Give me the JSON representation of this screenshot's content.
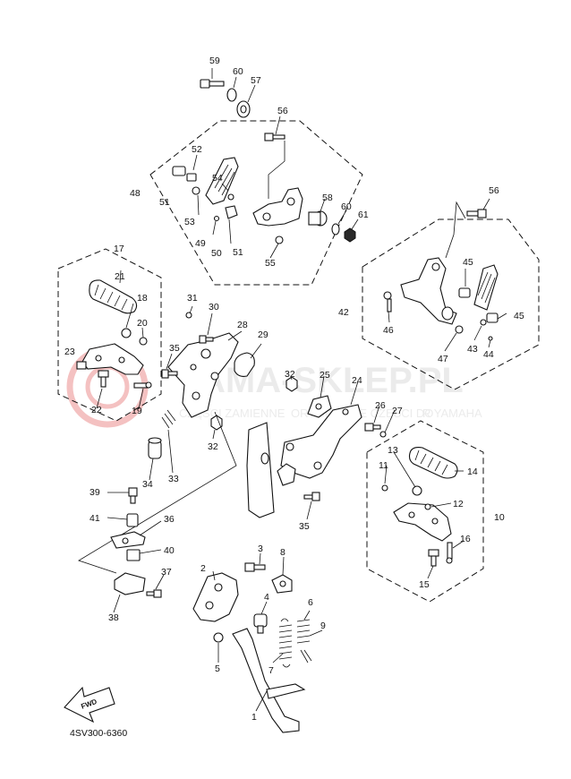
{
  "diagram_code": "4SV300-6360",
  "fwd_label": "FWD",
  "watermark": {
    "main": "YAMA-SKLEP.PL",
    "sub": "CZĘŚCI ZAMIENNE",
    "sub2": "ORYGINALNE CZĘŚCI DO",
    "brand": "R YAMAHA",
    "accent_color": "#e05050"
  },
  "callouts": [
    "59",
    "60",
    "57",
    "56",
    "52",
    "54",
    "48",
    "51",
    "53",
    "49",
    "50",
    "51",
    "55",
    "58",
    "60",
    "61",
    "56",
    "45",
    "42",
    "46",
    "47",
    "43",
    "44",
    "45",
    "17",
    "21",
    "18",
    "20",
    "23",
    "22",
    "19",
    "31",
    "30",
    "35",
    "28",
    "29",
    "32",
    "25",
    "24",
    "26",
    "27",
    "32",
    "33",
    "34",
    "39",
    "41",
    "36",
    "40",
    "37",
    "38",
    "35",
    "14",
    "13",
    "11",
    "12",
    "16",
    "15",
    "10",
    "3",
    "8",
    "2",
    "4",
    "6",
    "9",
    "5",
    "7",
    "1"
  ]
}
